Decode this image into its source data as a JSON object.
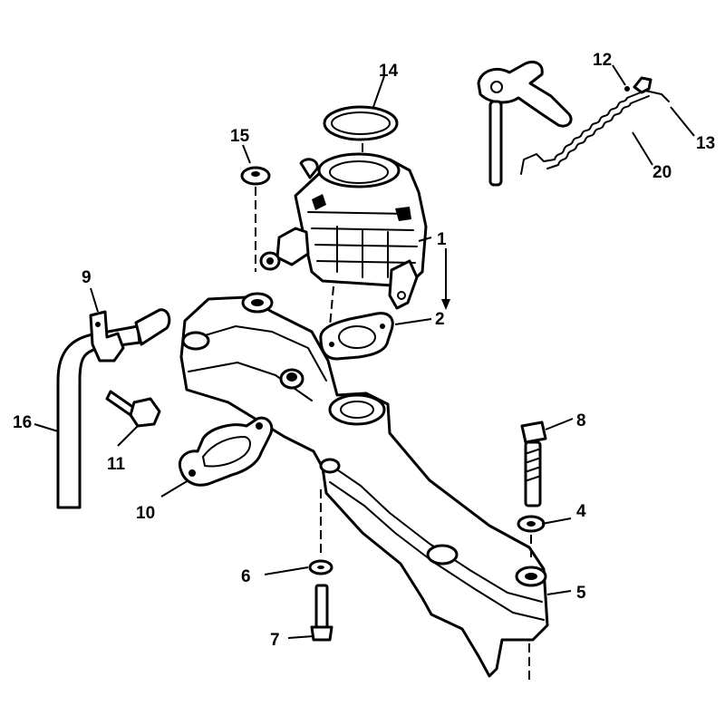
{
  "diagram": {
    "callouts": [
      {
        "id": "1",
        "label": "1"
      },
      {
        "id": "2",
        "label": "2"
      },
      {
        "id": "4",
        "label": "4"
      },
      {
        "id": "5",
        "label": "5"
      },
      {
        "id": "6",
        "label": "6"
      },
      {
        "id": "7",
        "label": "7"
      },
      {
        "id": "8",
        "label": "8"
      },
      {
        "id": "9",
        "label": "9"
      },
      {
        "id": "10",
        "label": "10"
      },
      {
        "id": "11",
        "label": "11"
      },
      {
        "id": "12",
        "label": "12"
      },
      {
        "id": "13",
        "label": "13"
      },
      {
        "id": "14",
        "label": "14"
      },
      {
        "id": "15",
        "label": "15"
      },
      {
        "id": "16",
        "label": "16"
      },
      {
        "id": "20",
        "label": "20"
      }
    ]
  }
}
